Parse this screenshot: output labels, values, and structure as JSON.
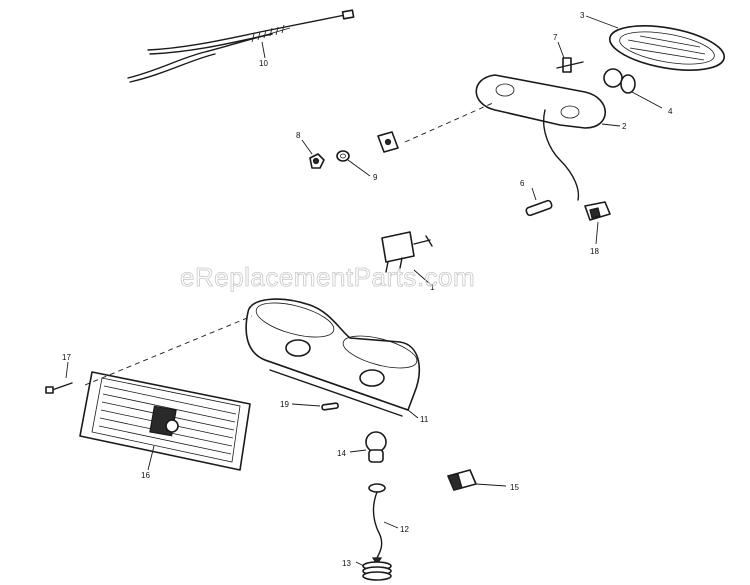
{
  "watermark": "eReplacementParts.com",
  "callouts": {
    "c1": "1",
    "c2": "2",
    "c3": "3",
    "c4": "4",
    "c6": "6",
    "c7": "7",
    "c8": "8",
    "c9": "9",
    "c10": "10",
    "c11": "11",
    "c12": "12",
    "c13": "13",
    "c14": "14",
    "c15": "15",
    "c16": "16",
    "c17": "17",
    "c18": "18",
    "c19": "19"
  }
}
